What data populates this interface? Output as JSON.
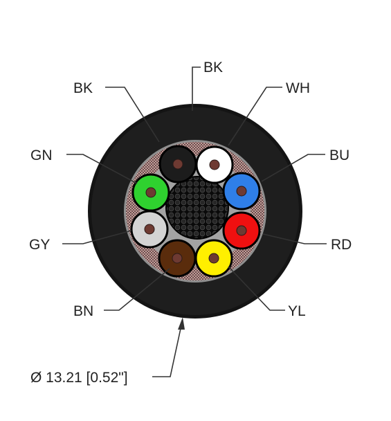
{
  "labels": {
    "top_bk": "BK",
    "bk": "BK",
    "wh": "WH",
    "gn": "GN",
    "bu": "BU",
    "gy": "GY",
    "rd": "RD",
    "bn": "BN",
    "yl": "YL"
  },
  "dimension": "Ø 13.21 [0.52\"]",
  "colors": {
    "jacket": "#141414",
    "jacket_highlight": "#2c2c2c",
    "filler": "#9a9a9a",
    "braid": "#c8a09e",
    "bk": "#1c1c1c",
    "wh": "#ffffff",
    "gn": "#2fd12f",
    "bu": "#2f7fe8",
    "gy": "#d4d4d4",
    "rd": "#f01010",
    "bn": "#5a2c0c",
    "yl": "#ffef00",
    "core": "#6e3a32"
  }
}
